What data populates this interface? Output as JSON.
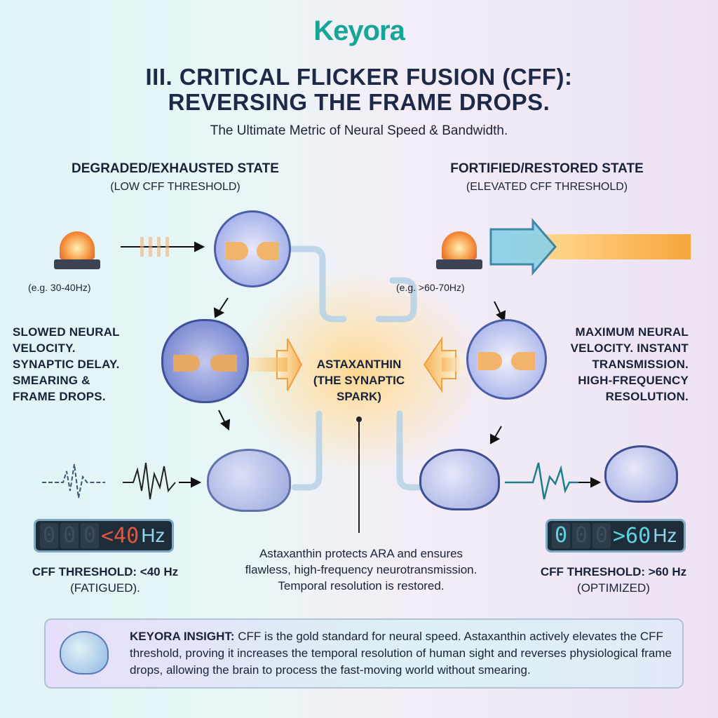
{
  "logo": "Keyora",
  "title": {
    "line1": "III. CRITICAL FLICKER FUSION (CFF):",
    "line2": "REVERSING THE FRAME DROPS.",
    "subtitle": "The Ultimate Metric of Neural Speed & Bandwidth."
  },
  "left": {
    "heading": "DEGRADED/EXHAUSTED STATE",
    "subheading": "(LOW CFF THRESHOLD)",
    "freq": "(e.g. 30-40Hz)",
    "description": [
      "SLOWED NEURAL",
      "VELOCITY.",
      "SYNAPTIC DELAY.",
      "SMEARING &",
      "FRAME DROPS."
    ],
    "display": {
      "digits": [
        "0",
        "0",
        "0"
      ],
      "value": "<40",
      "unit": "Hz"
    },
    "threshold": "CFF THRESHOLD: <40 Hz",
    "status": "(FATIGUED)."
  },
  "center": {
    "label_line1": "ASTAXANTHIN",
    "label_line2": "(THE SYNAPTIC",
    "label_line3": "SPARK)",
    "note": [
      "Astaxanthin protects ARA and ensures",
      "flawless, high-frequency neurotransmission.",
      "Temporal resolution is restored."
    ]
  },
  "right": {
    "heading": "FORTIFIED/RESTORED STATE",
    "subheading": "(ELEVATED CFF THRESHOLD)",
    "freq": "(e.g. >60-70Hz)",
    "description": [
      "MAXIMUM NEURAL",
      "VELOCITY. INSTANT",
      "TRANSMISSION.",
      "HIGH-FREQUENCY",
      "RESOLUTION."
    ],
    "display": {
      "digits": [
        "0",
        "0",
        "0"
      ],
      "value": ">60",
      "unit": "Hz"
    },
    "threshold": "CFF THRESHOLD: >60 Hz",
    "status": "(OPTIMIZED)"
  },
  "insight": {
    "label": "KEYORA INSIGHT:",
    "text": " CFF is the gold standard for neural speed. Astaxanthin actively elevates the CFF threshold, proving it increases the temporal resolution of human sight and reverses physiological frame drops, allowing the brain to process the fast-moving world without smearing."
  },
  "colors": {
    "teal": "#17a597",
    "navy": "#1d2947",
    "red_digit": "#e2563e",
    "cyan_digit": "#5fd3e0"
  }
}
